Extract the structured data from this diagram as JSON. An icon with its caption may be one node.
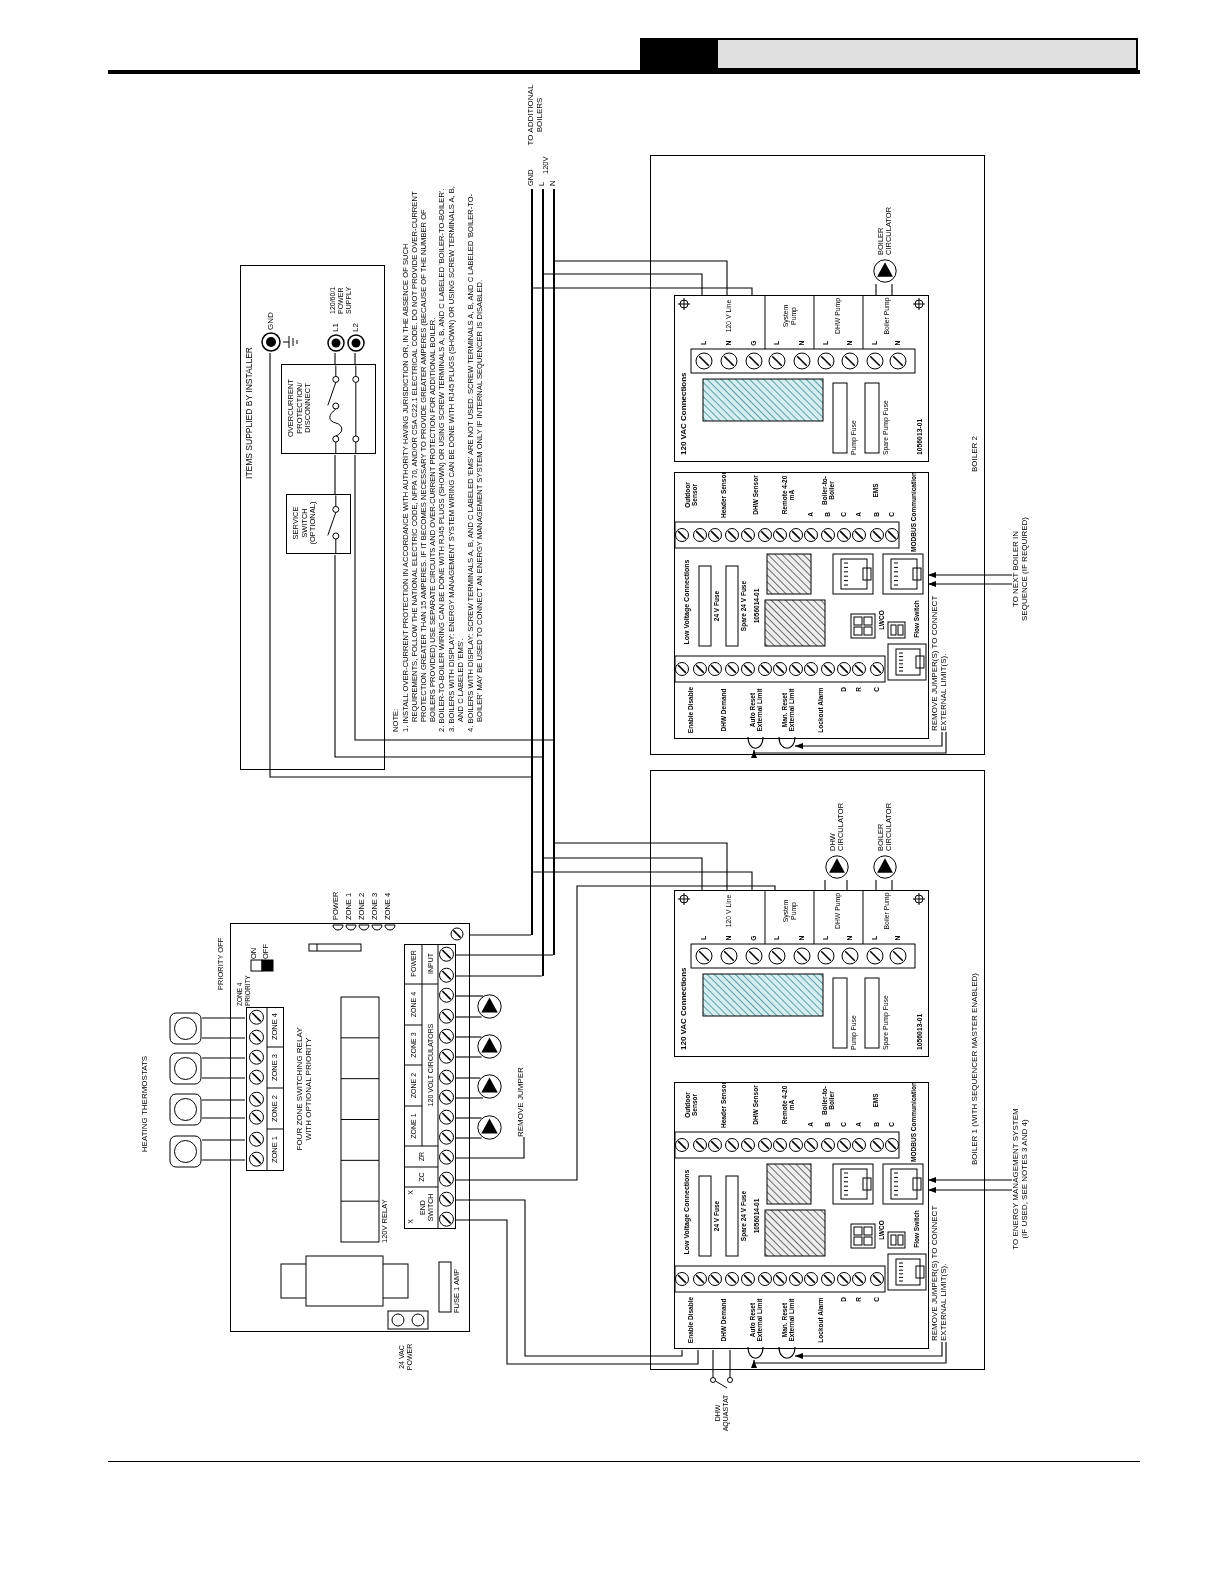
{
  "diagram": {
    "nodes": [
      {
        "text": [
          "ITEMS SUPPLIED BY INSTALLER"
        ]
      },
      {
        "text": [
          "GND"
        ],
        "in": 0
      },
      {
        "text": [
          "L1"
        ],
        "in": 0
      },
      {
        "text": [
          "L2"
        ],
        "in": 0
      },
      {
        "text": [
          "OVERCURRENT PROTECTION/ DISCONNECT"
        ],
        "in": 0
      },
      {
        "text": [
          "SERVICE SWITCH (OPTIONAL)"
        ],
        "in": 0
      },
      {
        "text": [],
        "shape": "line"
      },
      {
        "text": [],
        "shape": "line"
      },
      {
        "text": [],
        "shape": "line"
      },
      {
        "text": [],
        "shape": "box"
      },
      {
        "text": [],
        "shape": "box"
      },
      {
        "text": [],
        "shape": "box"
      },
      {
        "text": [],
        "shape": "box"
      },
      {
        "text": [
          "FOUR ZONE SWITCHING RELAY WITH OPTIONAL PRIORITY"
        ]
      },
      {
        "text": [
          "ZONE 1",
          "ZONE 2",
          "ZONE 3",
          "ZONE 4"
        ],
        "in": 13
      },
      {
        "text": [
          "X",
          "END SWITCH",
          "X",
          "ZC",
          "ZR",
          "ZONE 1",
          "ZONE 2",
          "ZONE 3",
          "ZONE 4",
          "POWER",
          "120 VOLT CIRCULATORS",
          "INPUT"
        ],
        "in": 13
      },
      {
        "text": [],
        "shape": "circle"
      },
      {
        "text": [],
        "shape": "circle"
      },
      {
        "text": [],
        "shape": "circle"
      },
      {
        "text": [],
        "shape": "circle"
      },
      {
        "text": [
          "REMOVE JUMPER"
        ]
      },
      {
        "text": [
          "BOILER 2"
        ]
      },
      {
        "text": [
          "120 VAC Connections",
          "1056013-01",
          "Pump Fuse",
          "Spare Pump Fuse",
          "120 V Line",
          "L",
          "N",
          "G",
          "System Pump",
          "L",
          "N",
          "DHW Pump",
          "L",
          "N",
          "Boiler Pump",
          "L",
          "N"
        ],
        "in": 21
      },
      {
        "text": [
          "Low Voltage Connections",
          "24 V Fuse",
          "Spare 24 V Fuse",
          "1056014-01",
          "Outdoor Sensor",
          "Header Sensor",
          "DHW Sensor",
          "Remote 4-20 mA",
          "Boiler-to- Boiler",
          "A",
          "B",
          "C",
          "EMS",
          "A",
          "B",
          "C",
          "MODBUS Communication",
          "Enable Disable",
          "DHW Demand",
          "Auto Reset External Limit",
          "Man. Reset External Limit",
          "Lockout Alarm",
          "D",
          "R",
          "C",
          "LWCO",
          "Flow Switch"
        ],
        "in": 21
      },
      {
        "text": [],
        "shape": "circle",
        "beside": [
          "BOILER CIRCULATOR"
        ],
        "in": 21
      },
      {
        "text": [],
        "shape": "arc",
        "in": 21
      },
      {
        "text": [],
        "shape": "arc",
        "in": 21
      },
      {
        "text": [
          "REMOVE JUMPER(S) TO CONNECT EXTERNAL LIMIT(S)."
        ],
        "in": 21
      },
      {
        "text": [
          "TO NEXT BOILER IN SEQUENCE (IF REQUIRED)"
        ]
      },
      {
        "text": [
          "BOILER 1 (WITH SEQUENCER MASTER ENABLED)"
        ]
      },
      {
        "text": [
          "120 VAC Connections",
          "1056013-01",
          "Pump Fuse",
          "Spare Pump Fuse",
          "120 V Line",
          "L",
          "N",
          "G",
          "System Pump",
          "L",
          "N",
          "DHW Pump",
          "L",
          "N",
          "Boiler Pump",
          "L",
          "N"
        ],
        "in": 29
      },
      {
        "text": [
          "Low Voltage Connections",
          "24 V Fuse",
          "Spare 24 V Fuse",
          "1056014-01",
          "Outdoor Sensor",
          "Header Sensor",
          "DHW Sensor",
          "Remote 4-20 mA",
          "Boiler-to- Boiler",
          "A",
          "B",
          "C",
          "EMS",
          "A",
          "B",
          "C",
          "MODBUS Communication",
          "Enable Disable",
          "DHW Demand",
          "Auto Reset External Limit",
          "Man. Reset External Limit",
          "Lockout Alarm",
          "D",
          "R",
          "C",
          "LWCO",
          "Flow Switch"
        ],
        "in": 29
      },
      {
        "text": [],
        "shape": "circle",
        "beside": [
          "DHW CIRCULATOR"
        ],
        "in": 29
      },
      {
        "text": [],
        "shape": "circle",
        "beside": [
          "BOILER CIRCULATOR"
        ],
        "in": 29
      },
      {
        "text": [],
        "shape": "arc",
        "in": 29
      },
      {
        "text": [],
        "shape": "arc",
        "in": 29
      },
      {
        "text": [
          "REMOVE JUMPER(S) TO CONNECT EXTERNAL LIMIT(S)."
        ],
        "in": 29
      },
      {
        "text": [
          "TO ENERGY MANAGEMENT SYSTEM (IF USED, SEE NOTES 3 AND 4)"
        ]
      },
      {
        "text": [],
        "shape": "switch",
        "beside": [
          "DHW AQUASTAT"
        ]
      }
    ],
    "edges": [
      {
        "from": 1,
        "to": 6,
        "arrow": "none"
      },
      {
        "from": 2,
        "to": 4,
        "arrow": "none"
      },
      {
        "from": 4,
        "to": 5,
        "arrow": "none"
      },
      {
        "from": 5,
        "to": 7,
        "arrow": "none"
      },
      {
        "from": 3,
        "to": 4,
        "arrow": "none"
      },
      {
        "from": 4,
        "to": 8,
        "arrow": "none"
      },
      {
        "from": 6,
        "to": 22,
        "arrow": "none"
      },
      {
        "from": 7,
        "to": 22,
        "arrow": "none"
      },
      {
        "from": 8,
        "to": 22,
        "arrow": "none"
      },
      {
        "from": 6,
        "to": 30,
        "arrow": "none"
      },
      {
        "from": 7,
        "to": 30,
        "arrow": "none"
      },
      {
        "from": 8,
        "to": 30,
        "arrow": "none"
      },
      {
        "from": 6,
        "to": 13,
        "arrow": "none"
      },
      {
        "from": 7,
        "to": 15,
        "arrow": "none"
      },
      {
        "from": 8,
        "to": 15,
        "arrow": "none"
      },
      {
        "from": 9,
        "to": 14,
        "arrow": "none"
      },
      {
        "from": 9,
        "to": 14,
        "arrow": "none"
      },
      {
        "from": 10,
        "to": 14,
        "arrow": "none"
      },
      {
        "from": 10,
        "to": 14,
        "arrow": "none"
      },
      {
        "from": 11,
        "to": 14,
        "arrow": "none"
      },
      {
        "from": 11,
        "to": 14,
        "arrow": "none"
      },
      {
        "from": 12,
        "to": 14,
        "arrow": "none"
      },
      {
        "from": 12,
        "to": 14,
        "arrow": "none"
      },
      {
        "from": 16,
        "to": 15,
        "arrow": "none"
      },
      {
        "from": 16,
        "to": 15,
        "arrow": "none"
      },
      {
        "from": 17,
        "to": 15,
        "arrow": "none"
      },
      {
        "from": 17,
        "to": 15,
        "arrow": "none"
      },
      {
        "from": 18,
        "to": 15,
        "arrow": "none"
      },
      {
        "from": 18,
        "to": 15,
        "arrow": "none"
      },
      {
        "from": 19,
        "to": 15,
        "arrow": "none"
      },
      {
        "from": 19,
        "to": 15,
        "arrow": "none"
      },
      {
        "from": 20,
        "to": 15,
        "arrow": "none"
      },
      {
        "from": 15,
        "to": 30,
        "arrow": "none"
      },
      {
        "from": 15,
        "to": 31,
        "arrow": "none"
      },
      {
        "from": 15,
        "to": 31,
        "arrow": "none"
      },
      {
        "from": 38,
        "to": 31,
        "arrow": "none"
      },
      {
        "from": 38,
        "to": 31,
        "arrow": "none"
      },
      {
        "from": 24,
        "to": 22,
        "arrow": "none"
      },
      {
        "from": 24,
        "to": 22,
        "arrow": "none"
      },
      {
        "from": 32,
        "to": 30,
        "arrow": "none"
      },
      {
        "from": 32,
        "to": 30,
        "arrow": "none"
      },
      {
        "from": 33,
        "to": 30,
        "arrow": "none"
      },
      {
        "from": 33,
        "to": 30,
        "arrow": "none"
      },
      {
        "from": 27,
        "to": 25,
        "arrow": "to"
      },
      {
        "from": 27,
        "to": 26,
        "arrow": "to"
      },
      {
        "from": 28,
        "to": 23,
        "arrow": "to"
      },
      {
        "from": 28,
        "to": 23,
        "arrow": "to"
      },
      {
        "from": 36,
        "to": 34,
        "arrow": "to"
      },
      {
        "from": 36,
        "to": 35,
        "arrow": "to"
      },
      {
        "from": 37,
        "to": 31,
        "arrow": "to"
      },
      {
        "from": 37,
        "to": 31,
        "arrow": "to"
      }
    ],
    "labels": [
      "TO ADDITIONAL BOILERS",
      "GND",
      "L",
      "120V",
      "N",
      "120/60/1 POWER SUPPLY",
      "NOTE:",
      "1. INSTALL OVER-CURRENT PROTECTION IN ACCORDANCE WITH AUTHORITY HAVING JURISDICTION OR, IN THE ABSENCE OF SUCH REQUIREMENTS, FOLLOW THE NATIONAL ELECTRIC CODE, NFPA 70, AND/OR CSA C22.1 ELECTRICAL CODE. DO NOT PROVIDE OVER-CURRENT PROTECTION GREATER THAN 15 AMPERES. IF IT BECOMES NECESSARY TO PROVIDE GREATER AMPERES (BECAUSE OF THE NUMBER OF BOILERS PROVIDED) USE SEPARATE CIRCUITS AND OVER-CURRENT PROTECTION FOR ADDITIONAL BOILER.",
      "2. BOILER-TO-BOILER WIRING CAN BE DONE WITH RJ45 PLUGS (SHOWN) OR USING SCREW TERMINALS A, B, AND C LABELED 'BOILER-TO-BOILER'.",
      "3. BOILERS WITH DISPLAY: ENERGY MANAGEMENT SYSTEM WIRING CAN BE DONE WITH RJ45 PLUGS (SHOWN) OR USING SCREW TERMINALS A, B, AND C LABELED 'EMS'.",
      "4. BOILERS WITH DISPLAY: SCREW TERMINALS A, B, AND C LABELED 'EMS' ARE NOT USED. SCREW TERMINALS A, B, AND C LABELED 'BOILER-TO-BOILER' MAY BE USED TO CONNECT AN ENERGY MANAGEMENT SYSTEM ONLY IF INTERNAL SEQUENCER IS DISABLED.",
      "HEATING THERMOSTATS",
      "PRIORITY OFF",
      "ZONE 4 PRIORITY",
      "ON",
      "OFF",
      "POWER",
      "ZONE 1",
      "ZONE 2",
      "ZONE 3",
      "ZONE 4",
      "120V RELAY",
      "FUSE 1 AMP",
      "24 VAC POWER"
    ]
  }
}
